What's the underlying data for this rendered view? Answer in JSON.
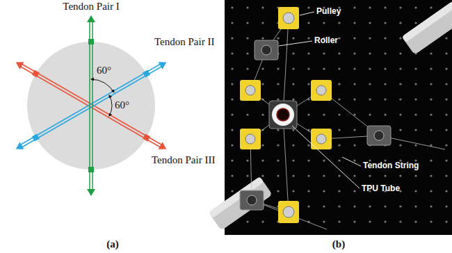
{
  "diagram": {
    "labels": [
      "Tendon Pair I",
      "Tendon Pair II",
      "Tendon Pair III",
      "60°",
      "60°",
      "(a)",
      "(b)",
      "Pulley",
      "Roller",
      "TPU Tube",
      "Tendon String"
    ]
  }
}
